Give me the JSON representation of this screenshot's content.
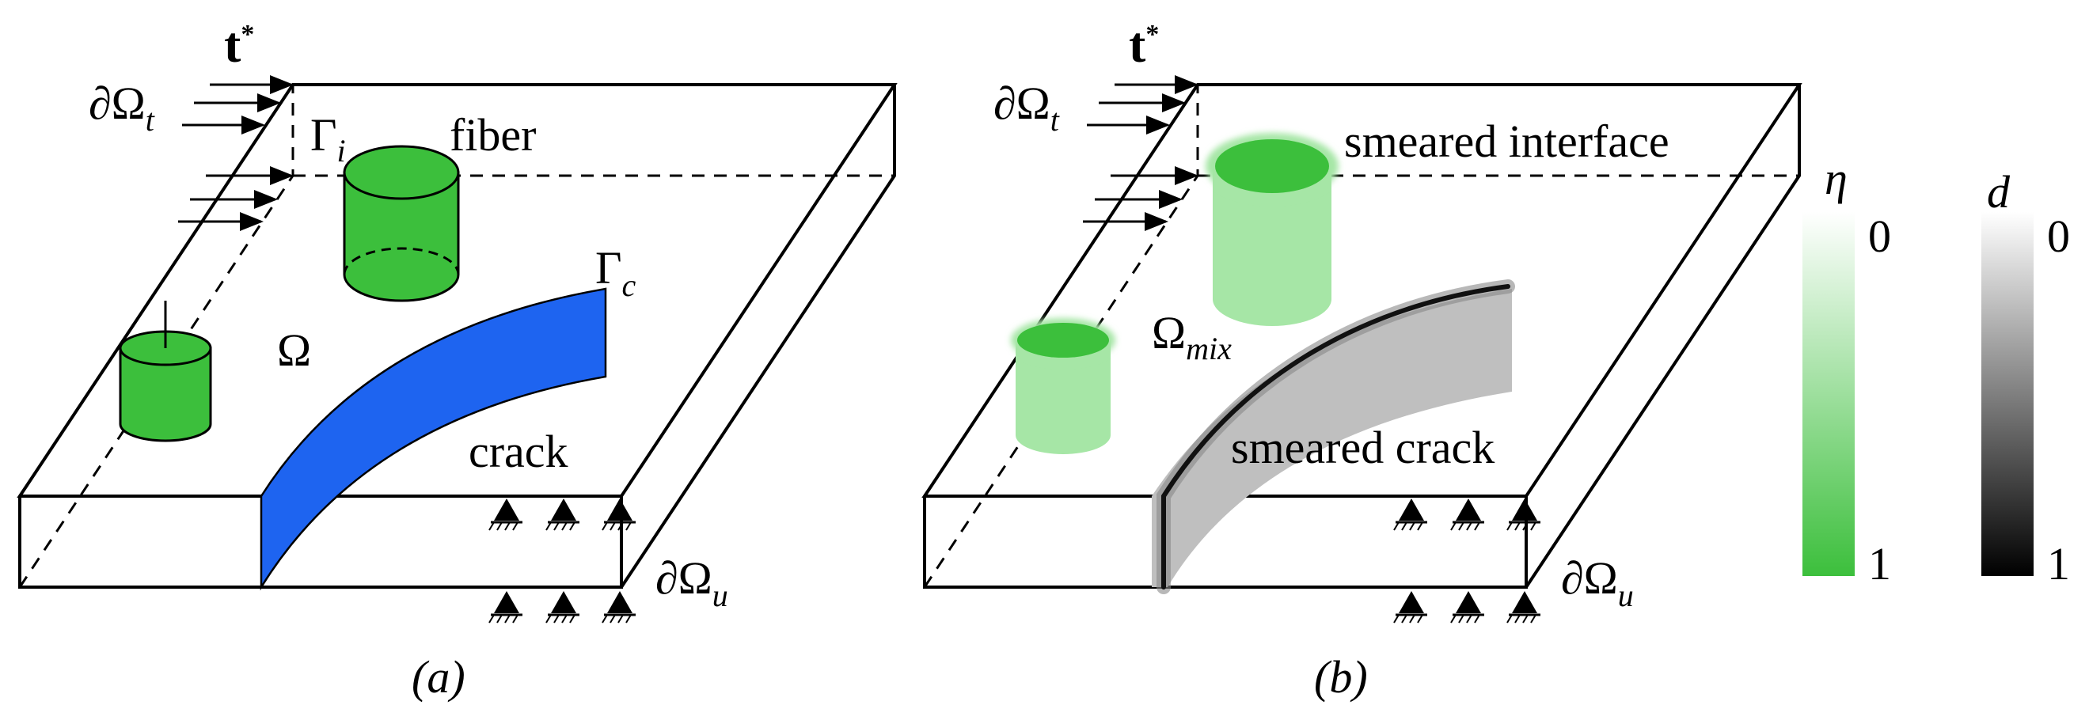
{
  "panel_a": {
    "caption": "(a)",
    "traction_symbol": "t",
    "traction_sup": "*",
    "traction_boundary": "∂Ω",
    "traction_boundary_sub": "t",
    "interface_symbol": "Γ",
    "interface_sub": "i",
    "fiber_label": "fiber",
    "crack_symbol": "Γ",
    "crack_sub": "c",
    "domain_symbol": "Ω",
    "crack_label": "crack",
    "displacement_boundary": "∂Ω",
    "displacement_boundary_sub": "u"
  },
  "panel_b": {
    "caption": "(b)",
    "traction_symbol": "t",
    "traction_sup": "*",
    "traction_boundary": "∂Ω",
    "traction_boundary_sub": "t",
    "interface_label": "smeared interface",
    "domain_symbol": "Ω",
    "domain_sub": "mix",
    "crack_label": "smeared crack",
    "displacement_boundary": "∂Ω",
    "displacement_boundary_sub": "u"
  },
  "legend_eta": {
    "symbol": "η",
    "top_value": "0",
    "bottom_value": "1"
  },
  "legend_d": {
    "symbol": "d",
    "top_value": "0",
    "bottom_value": "1"
  },
  "colors": {
    "fiber_green": "#3cbf3c",
    "fiber_green_light": "#a6e6a6",
    "crack_blue": "#1e64f0",
    "smeared_crack_gray": "#bfbfbf"
  }
}
